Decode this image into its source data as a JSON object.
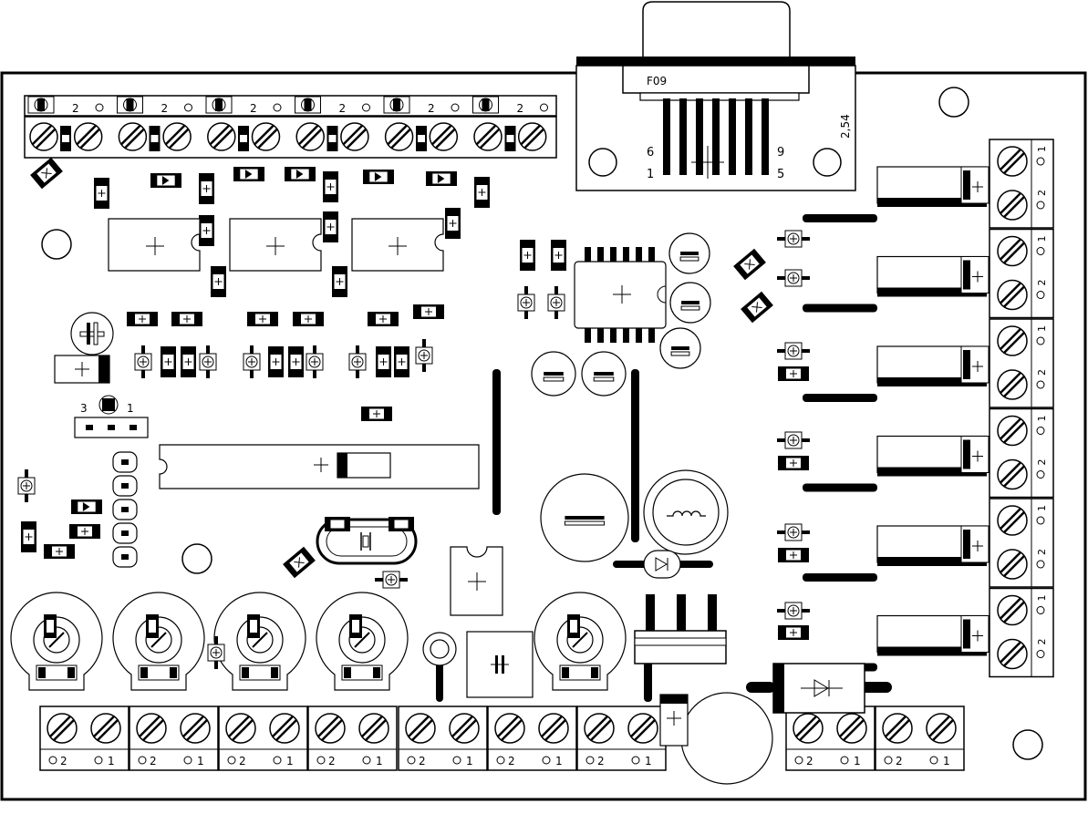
{
  "connector": {
    "code": "F09",
    "pitch": "2,54",
    "pin_6": "6",
    "pin_1": "1",
    "pin_9": "9",
    "pin_5": "5"
  },
  "top_header": {
    "label_2": "2"
  },
  "jumper": {
    "label_3": "3",
    "label_1": "1"
  },
  "terminal": {
    "label_1": "1",
    "label_2": "2"
  },
  "colors": {
    "ink": "#000000",
    "paper": "#ffffff"
  }
}
